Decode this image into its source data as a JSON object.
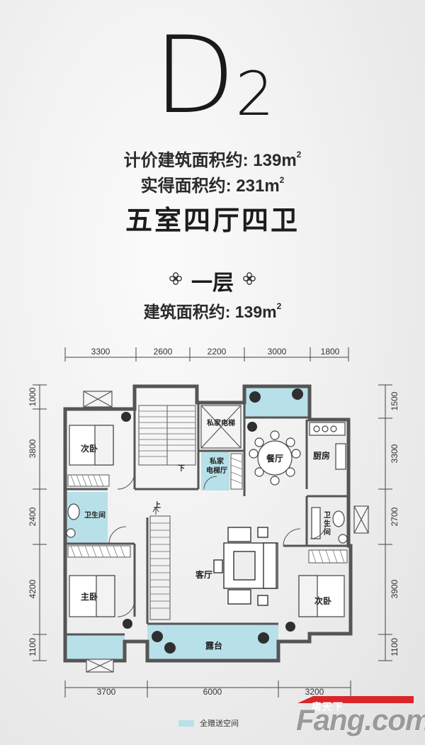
{
  "header": {
    "type_main": "D",
    "type_sub": "2",
    "price_area_label": "计价建筑面积约: 139m",
    "price_area_sup": "2",
    "real_area_label": "实得面积约: 231m",
    "real_area_sup": "2",
    "layout_name": "五室四厅四卫"
  },
  "floor": {
    "name": "一层",
    "area_label": "建筑面积约: 139m",
    "area_sup": "2"
  },
  "dimensions": {
    "top": [
      "3300",
      "2600",
      "2200",
      "3000",
      "1800"
    ],
    "bottom": [
      "3700",
      "6000",
      "3200"
    ],
    "left": [
      "1000",
      "3800",
      "2400",
      "4200",
      "1100"
    ],
    "right": [
      "1500",
      "3300",
      "2700",
      "3900",
      "1100"
    ]
  },
  "rooms": {
    "elevator": "私家电梯",
    "elevator_hall_1": "私家",
    "elevator_hall_2": "电梯厅",
    "bedroom_nw": "次卧",
    "bathroom_w": "卫生间",
    "master_bedroom": "主卧",
    "stair_down": "下",
    "stair_up": "上",
    "dining": "餐厅",
    "kitchen": "厨房",
    "bathroom_e_1": "卫",
    "bathroom_e_2": "生",
    "bathroom_e_3": "间",
    "living": "客厅",
    "bedroom_se": "次卧",
    "terrace": "露台"
  },
  "legend": {
    "label": "全赠送空间",
    "color": "#b8e0e8"
  },
  "brand": {
    "tag": "房天下",
    "name": "Fang.com"
  },
  "colors": {
    "wall": "#555555",
    "gift_space": "#b8e0e8",
    "brand_red": "#d9262b"
  }
}
